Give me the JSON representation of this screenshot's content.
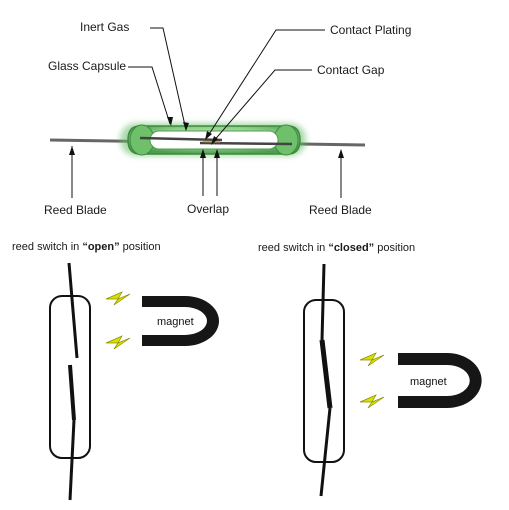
{
  "labels": {
    "inert_gas": "Inert Gas",
    "glass_capsule": "Glass Capsule",
    "contact_plating": "Contact Plating",
    "contact_gap": "Contact Gap",
    "reed_blade_left": "Reed Blade",
    "overlap": "Overlap",
    "reed_blade_right": "Reed Blade"
  },
  "open_caption": {
    "prefix": "reed switch in ",
    "state": "“open”",
    "suffix": " position"
  },
  "closed_caption": {
    "prefix": "reed switch in ",
    "state": "“closed”",
    "suffix": " position"
  },
  "magnet_label_open": "magnet",
  "magnet_label_closed": "magnet",
  "colors": {
    "capsule_green": "#5cb85c",
    "blade": "#555555",
    "magnet": "#1a1a1a",
    "spark": "#d8e000"
  }
}
